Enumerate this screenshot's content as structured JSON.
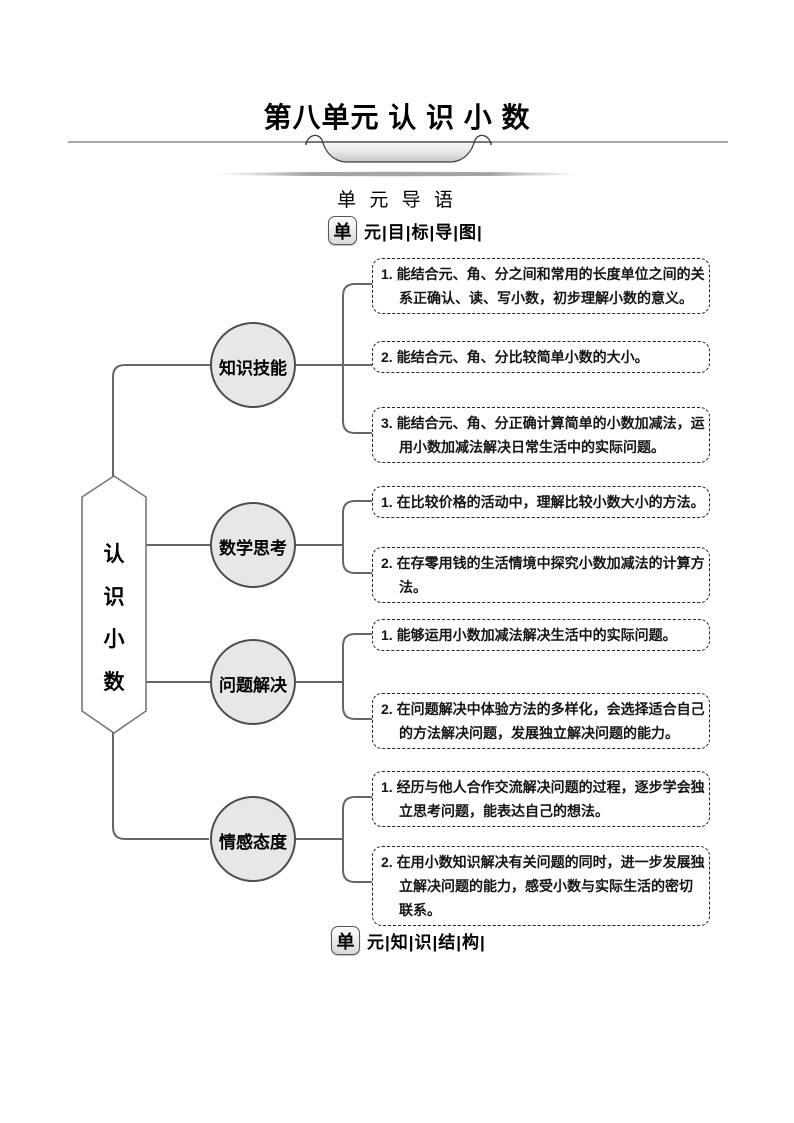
{
  "page": {
    "title": "第八单元  认 识 小 数",
    "section_label": "单 元 导 语",
    "goal_heading": {
      "badge": "单",
      "label": "元|目|标|导|图|"
    },
    "structure_heading": {
      "badge": "单",
      "label": "元|知|识|结|构|"
    }
  },
  "mindmap": {
    "root": {
      "label": "认识小数",
      "chars": [
        "认",
        "识",
        "小",
        "数"
      ]
    },
    "branches": [
      {
        "label": "知识技能",
        "items": [
          "1. 能结合元、角、分之间和常用的长度单位之间的关系正确认、读、写小数，初步理解小数的意义。",
          "2. 能结合元、角、分比较简单小数的大小。",
          "3. 能结合元、角、分正确计算简单的小数加减法，运用小数加减法解决日常生活中的实际问题。"
        ]
      },
      {
        "label": "数学思考",
        "items": [
          "1. 在比较价格的活动中，理解比较小数大小的方法。",
          "2. 在存零用钱的生活情境中探究小数加减法的计算方法。"
        ]
      },
      {
        "label": "问题解决",
        "items": [
          "1. 能够运用小数加减法解决生活中的实际问题。",
          "2. 在问题解决中体验方法的多样化，会选择适合自己的方法解决问题，发展独立解决问题的能力。"
        ]
      },
      {
        "label": "情感态度",
        "items": [
          "1. 经历与他人合作交流解决问题的过程，逐步学会独立思考问题，能表达自己的想法。",
          "2. 在用小数知识解决有关问题的同时，进一步发展独立解决问题的能力，感受小数与实际生活的密切联系。"
        ]
      }
    ],
    "colors": {
      "connector": "#666666",
      "circle_fill": "#e7e7e7",
      "circle_stroke": "#4d4d4d",
      "box_border": "#222222",
      "hexagon_stroke": "#777777"
    }
  }
}
